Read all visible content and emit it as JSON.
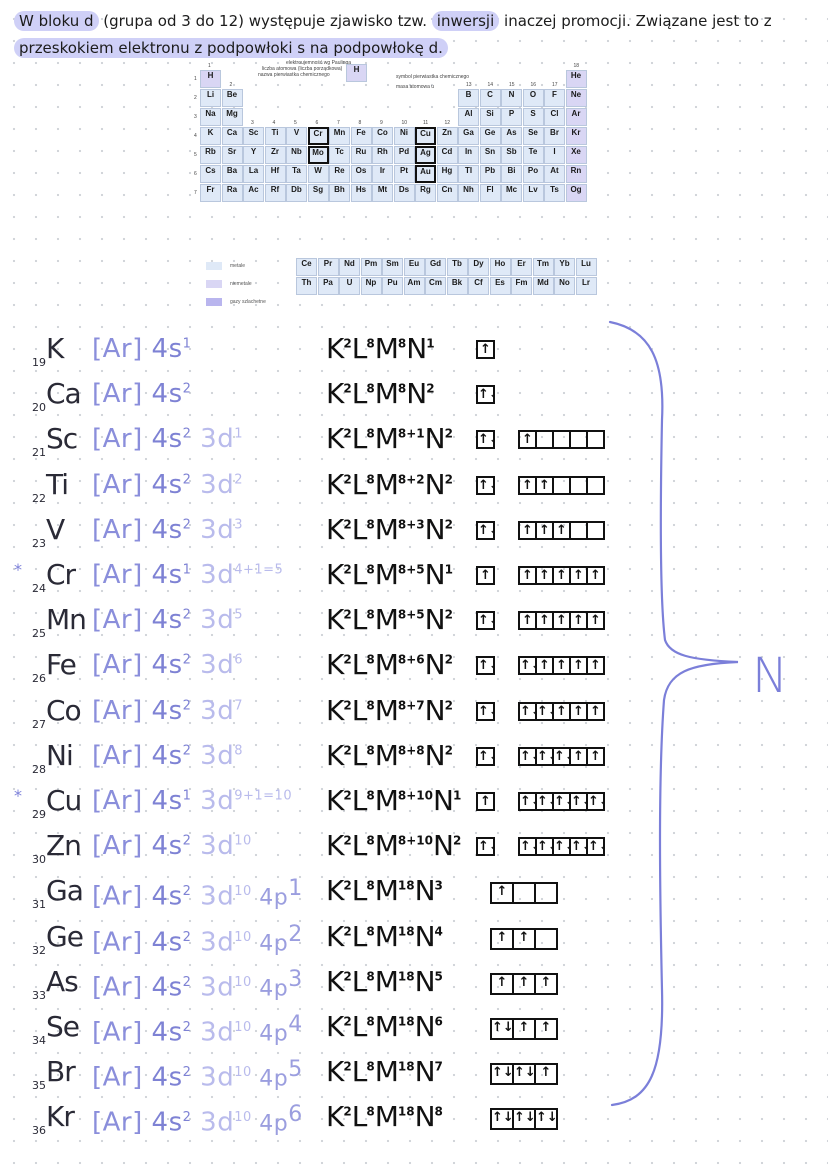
{
  "intro": {
    "part1": "W bloku d",
    "part2": " (grupa od 3 do 12) występuje zjawisko tzw. ",
    "part3": "inwersji",
    "part4": " inaczej promocji. Związane jest to z ",
    "part5": "przeskokiem elektronu z podpowłoki s na podpowłokę d."
  },
  "ptable": {
    "notes": [
      "elektroujemność wg Paulinga",
      "liczba atomowa (liczba porządkowa)",
      "nazwa pierwiastka chemicznego",
      "symbol pierwiastka chemicznego",
      "masa atomowa u"
    ],
    "h_symbol": "H",
    "legend": [
      "metale",
      "niemetale",
      "gazy szlachetne"
    ],
    "group_numbers": [
      "1",
      "2",
      "3",
      "4",
      "5",
      "6",
      "7",
      "8",
      "9",
      "10",
      "11",
      "12",
      "13",
      "14",
      "15",
      "16",
      "17",
      "18"
    ],
    "period_numbers": [
      "1",
      "2",
      "3",
      "4",
      "5",
      "6",
      "7"
    ],
    "main_rows": [
      [
        "H",
        "",
        "",
        "",
        "",
        "",
        "",
        "",
        "",
        "",
        "",
        "",
        "",
        "",
        "",
        "",
        "",
        "He"
      ],
      [
        "Li",
        "Be",
        "",
        "",
        "",
        "",
        "",
        "",
        "",
        "",
        "",
        "",
        "B",
        "C",
        "N",
        "O",
        "F",
        "Ne"
      ],
      [
        "Na",
        "Mg",
        "",
        "",
        "",
        "",
        "",
        "",
        "",
        "",
        "",
        "",
        "Al",
        "Si",
        "P",
        "S",
        "Cl",
        "Ar"
      ],
      [
        "K",
        "Ca",
        "Sc",
        "Ti",
        "V",
        "Cr",
        "Mn",
        "Fe",
        "Co",
        "Ni",
        "Cu",
        "Zn",
        "Ga",
        "Ge",
        "As",
        "Se",
        "Br",
        "Kr"
      ],
      [
        "Rb",
        "Sr",
        "Y",
        "Zr",
        "Nb",
        "Mo",
        "Tc",
        "Ru",
        "Rh",
        "Pd",
        "Ag",
        "Cd",
        "In",
        "Sn",
        "Sb",
        "Te",
        "I",
        "Xe"
      ],
      [
        "Cs",
        "Ba",
        "La",
        "Hf",
        "Ta",
        "W",
        "Re",
        "Os",
        "Ir",
        "Pt",
        "Au",
        "Hg",
        "Tl",
        "Pb",
        "Bi",
        "Po",
        "At",
        "Rn"
      ],
      [
        "Fr",
        "Ra",
        "Ac",
        "Rf",
        "Db",
        "Sg",
        "Bh",
        "Hs",
        "Mt",
        "Ds",
        "Rg",
        "Cn",
        "Nh",
        "Fl",
        "Mc",
        "Lv",
        "Ts",
        "Og"
      ]
    ],
    "lanthanides": [
      "Ce",
      "Pr",
      "Nd",
      "Pm",
      "Sm",
      "Eu",
      "Gd",
      "Tb",
      "Dy",
      "Ho",
      "Er",
      "Tm",
      "Yb",
      "Lu"
    ],
    "actinides": [
      "Th",
      "Pa",
      "U",
      "Np",
      "Pu",
      "Am",
      "Cm",
      "Bk",
      "Cf",
      "Es",
      "Fm",
      "Md",
      "No",
      "Lr"
    ],
    "marked": [
      "Cr",
      "Cu",
      "Mo",
      "Ag",
      "Au"
    ]
  },
  "rows": [
    {
      "star": "",
      "z": "19",
      "sym": "K",
      "cfg": [
        [
          "ar",
          "[Ar] "
        ],
        [
          "sh",
          "4s"
        ],
        [
          "shsup",
          "1"
        ]
      ],
      "shells": [
        [
          "K",
          "2"
        ],
        [
          "L",
          "8"
        ],
        [
          "M",
          "8"
        ],
        [
          "N",
          "1"
        ]
      ],
      "b1": [
        "↑"
      ],
      "b2": []
    },
    {
      "star": "",
      "z": "20",
      "sym": "Ca",
      "cfg": [
        [
          "ar",
          "[Ar] "
        ],
        [
          "sh",
          "4s"
        ],
        [
          "shsup",
          "2"
        ]
      ],
      "shells": [
        [
          "K",
          "2"
        ],
        [
          "L",
          "8"
        ],
        [
          "M",
          "8"
        ],
        [
          "N",
          "2"
        ]
      ],
      "b1": [
        "↑↓"
      ],
      "b2": []
    },
    {
      "star": "",
      "z": "21",
      "sym": "Sc",
      "cfg": [
        [
          "ar",
          "[Ar] "
        ],
        [
          "sh",
          "4s"
        ],
        [
          "shsup",
          "2"
        ],
        [
          "d",
          " 3d"
        ],
        [
          "dsup",
          "1"
        ]
      ],
      "shells": [
        [
          "K",
          "2"
        ],
        [
          "L",
          "8"
        ],
        [
          "M",
          "8+1"
        ],
        [
          "N",
          "2"
        ]
      ],
      "b1": [
        "↑↓"
      ],
      "b2": [
        "↑",
        "",
        "",
        "",
        ""
      ]
    },
    {
      "star": "",
      "z": "22",
      "sym": "Ti",
      "cfg": [
        [
          "ar",
          "[Ar] "
        ],
        [
          "sh",
          "4s"
        ],
        [
          "shsup",
          "2"
        ],
        [
          "d",
          " 3d"
        ],
        [
          "dsup",
          "2"
        ]
      ],
      "shells": [
        [
          "K",
          "2"
        ],
        [
          "L",
          "8"
        ],
        [
          "M",
          "8+2"
        ],
        [
          "N",
          "2"
        ]
      ],
      "b1": [
        "↑↓"
      ],
      "b2": [
        "↑",
        "↑",
        "",
        "",
        ""
      ]
    },
    {
      "star": "",
      "z": "23",
      "sym": "V",
      "cfg": [
        [
          "ar",
          "[Ar] "
        ],
        [
          "sh",
          "4s"
        ],
        [
          "shsup",
          "2"
        ],
        [
          "d",
          " 3d"
        ],
        [
          "dsup",
          "3"
        ]
      ],
      "shells": [
        [
          "K",
          "2"
        ],
        [
          "L",
          "8"
        ],
        [
          "M",
          "8+3"
        ],
        [
          "N",
          "2"
        ]
      ],
      "b1": [
        "↑↓"
      ],
      "b2": [
        "↑",
        "↑",
        "↑",
        "",
        ""
      ]
    },
    {
      "star": "*",
      "z": "24",
      "sym": "Cr",
      "cfg": [
        [
          "ar",
          "[Ar] "
        ],
        [
          "sh",
          "4s"
        ],
        [
          "shsup",
          "1"
        ],
        [
          "d",
          " 3d"
        ],
        [
          "dsup",
          "4+1=5"
        ]
      ],
      "shells": [
        [
          "K",
          "2"
        ],
        [
          "L",
          "8"
        ],
        [
          "M",
          "8+5"
        ],
        [
          "N",
          "1"
        ]
      ],
      "b1": [
        "↑"
      ],
      "b2": [
        "↑",
        "↑",
        "↑",
        "↑",
        "↑"
      ]
    },
    {
      "star": "",
      "z": "25",
      "sym": "Mn",
      "cfg": [
        [
          "ar",
          "[Ar] "
        ],
        [
          "sh",
          "4s"
        ],
        [
          "shsup",
          "2"
        ],
        [
          "d",
          " 3d"
        ],
        [
          "dsup",
          "5"
        ]
      ],
      "shells": [
        [
          "K",
          "2"
        ],
        [
          "L",
          "8"
        ],
        [
          "M",
          "8+5"
        ],
        [
          "N",
          "2"
        ]
      ],
      "b1": [
        "↑↓"
      ],
      "b2": [
        "↑",
        "↑",
        "↑",
        "↑",
        "↑"
      ]
    },
    {
      "star": "",
      "z": "26",
      "sym": "Fe",
      "cfg": [
        [
          "ar",
          "[Ar] "
        ],
        [
          "sh",
          "4s"
        ],
        [
          "shsup",
          "2"
        ],
        [
          "d",
          " 3d"
        ],
        [
          "dsup",
          "6"
        ]
      ],
      "shells": [
        [
          "K",
          "2"
        ],
        [
          "L",
          "8"
        ],
        [
          "M",
          "8+6"
        ],
        [
          "N",
          "2"
        ]
      ],
      "b1": [
        "↑↓"
      ],
      "b2": [
        "↑↓",
        "↑",
        "↑",
        "↑",
        "↑"
      ]
    },
    {
      "star": "",
      "z": "27",
      "sym": "Co",
      "cfg": [
        [
          "ar",
          "[Ar] "
        ],
        [
          "sh",
          "4s"
        ],
        [
          "shsup",
          "2"
        ],
        [
          "d",
          " 3d"
        ],
        [
          "dsup",
          "7"
        ]
      ],
      "shells": [
        [
          "K",
          "2"
        ],
        [
          "L",
          "8"
        ],
        [
          "M",
          "8+7"
        ],
        [
          "N",
          "2"
        ]
      ],
      "b1": [
        "↑↓"
      ],
      "b2": [
        "↑↓",
        "↑↓",
        "↑",
        "↑",
        "↑"
      ]
    },
    {
      "star": "",
      "z": "28",
      "sym": "Ni",
      "cfg": [
        [
          "ar",
          "[Ar] "
        ],
        [
          "sh",
          "4s"
        ],
        [
          "shsup",
          "2"
        ],
        [
          "d",
          " 3d"
        ],
        [
          "dsup",
          "8"
        ]
      ],
      "shells": [
        [
          "K",
          "2"
        ],
        [
          "L",
          "8"
        ],
        [
          "M",
          "8+8"
        ],
        [
          "N",
          "2"
        ]
      ],
      "b1": [
        "↑↓"
      ],
      "b2": [
        "↑↓",
        "↑↓",
        "↑↓",
        "↑",
        "↑"
      ]
    },
    {
      "star": "*",
      "z": "29",
      "sym": "Cu",
      "cfg": [
        [
          "ar",
          "[Ar] "
        ],
        [
          "sh",
          "4s"
        ],
        [
          "shsup",
          "1"
        ],
        [
          "d",
          " 3d"
        ],
        [
          "dsup",
          "9+1=10"
        ]
      ],
      "shells": [
        [
          "K",
          "2"
        ],
        [
          "L",
          "8"
        ],
        [
          "M",
          "8+10"
        ],
        [
          "N",
          "1"
        ]
      ],
      "b1": [
        "↑"
      ],
      "b2": [
        "↑↓",
        "↑↓",
        "↑↓",
        "↑↓",
        "↑↓"
      ]
    },
    {
      "star": "",
      "z": "30",
      "sym": "Zn",
      "cfg": [
        [
          "ar",
          "[Ar] "
        ],
        [
          "sh",
          "4s"
        ],
        [
          "shsup",
          "2"
        ],
        [
          "d",
          " 3d"
        ],
        [
          "dsup",
          "10"
        ]
      ],
      "shells": [
        [
          "K",
          "2"
        ],
        [
          "L",
          "8"
        ],
        [
          "M",
          "8+10"
        ],
        [
          "N",
          "2"
        ]
      ],
      "b1": [
        "↑↓"
      ],
      "b2": [
        "↑↓",
        "↑↓",
        "↑↓",
        "↑↓",
        "↑↓"
      ]
    },
    {
      "star": "",
      "z": "31",
      "sym": "Ga",
      "cfg": [
        [
          "ar",
          "[Ar] "
        ],
        [
          "sh",
          "4s"
        ],
        [
          "shsup",
          "2"
        ],
        [
          "d",
          " 3d"
        ],
        [
          "dsup",
          "10"
        ],
        [
          "p",
          "  4p"
        ],
        [
          "psup",
          "1"
        ]
      ],
      "shells": [
        [
          "K",
          "2"
        ],
        [
          "L",
          "8"
        ],
        [
          "M",
          "18"
        ],
        [
          "N",
          "3"
        ]
      ],
      "b1": [],
      "b2": [
        "↑",
        "",
        ""
      ]
    },
    {
      "star": "",
      "z": "32",
      "sym": "Ge",
      "cfg": [
        [
          "ar",
          "[Ar] "
        ],
        [
          "sh",
          "4s"
        ],
        [
          "shsup",
          "2"
        ],
        [
          "d",
          " 3d"
        ],
        [
          "dsup",
          "10"
        ],
        [
          "p",
          "  4p"
        ],
        [
          "psup",
          "2"
        ]
      ],
      "shells": [
        [
          "K",
          "2"
        ],
        [
          "L",
          "8"
        ],
        [
          "M",
          "18"
        ],
        [
          "N",
          "4"
        ]
      ],
      "b1": [],
      "b2": [
        "↑",
        "↑",
        ""
      ]
    },
    {
      "star": "",
      "z": "33",
      "sym": "As",
      "cfg": [
        [
          "ar",
          "[Ar] "
        ],
        [
          "sh",
          "4s"
        ],
        [
          "shsup",
          "2"
        ],
        [
          "d",
          " 3d"
        ],
        [
          "dsup",
          "10"
        ],
        [
          "p",
          "  4p"
        ],
        [
          "psup",
          "3"
        ]
      ],
      "shells": [
        [
          "K",
          "2"
        ],
        [
          "L",
          "8"
        ],
        [
          "M",
          "18"
        ],
        [
          "N",
          "5"
        ]
      ],
      "b1": [],
      "b2": [
        "↑",
        "↑",
        "↑"
      ]
    },
    {
      "star": "",
      "z": "34",
      "sym": "Se",
      "cfg": [
        [
          "ar",
          "[Ar] "
        ],
        [
          "sh",
          "4s"
        ],
        [
          "shsup",
          "2"
        ],
        [
          "d",
          " 3d"
        ],
        [
          "dsup",
          "10"
        ],
        [
          "p",
          "  4p"
        ],
        [
          "psup",
          "4"
        ]
      ],
      "shells": [
        [
          "K",
          "2"
        ],
        [
          "L",
          "8"
        ],
        [
          "M",
          "18"
        ],
        [
          "N",
          "6"
        ]
      ],
      "b1": [],
      "b2": [
        "↑↓",
        "↑",
        "↑"
      ]
    },
    {
      "star": "",
      "z": "35",
      "sym": "Br",
      "cfg": [
        [
          "ar",
          "[Ar] "
        ],
        [
          "sh",
          "4s"
        ],
        [
          "shsup",
          "2"
        ],
        [
          "d",
          " 3d"
        ],
        [
          "dsup",
          "10"
        ],
        [
          "p",
          "  4p"
        ],
        [
          "psup",
          "5"
        ]
      ],
      "shells": [
        [
          "K",
          "2"
        ],
        [
          "L",
          "8"
        ],
        [
          "M",
          "18"
        ],
        [
          "N",
          "7"
        ]
      ],
      "b1": [],
      "b2": [
        "↑↓",
        "↑↓",
        "↑"
      ]
    },
    {
      "star": "",
      "z": "36",
      "sym": "Kr",
      "cfg": [
        [
          "ar",
          "[Ar] "
        ],
        [
          "sh",
          "4s"
        ],
        [
          "shsup",
          "2"
        ],
        [
          "d",
          " 3d"
        ],
        [
          "dsup",
          "10"
        ],
        [
          "p",
          "  4p"
        ],
        [
          "psup",
          "6"
        ]
      ],
      "shells": [
        [
          "K",
          "2"
        ],
        [
          "L",
          "8"
        ],
        [
          "M",
          "18"
        ],
        [
          "N",
          "8"
        ]
      ],
      "b1": [],
      "b2": [
        "↑↓",
        "↑↓",
        "↑↓"
      ]
    }
  ],
  "brace_label": "N",
  "colors": {
    "accent": "#7b7fd9",
    "highlight": "#cfd0f7",
    "config": "#8a8edb",
    "d_config": "#b9bbec"
  }
}
